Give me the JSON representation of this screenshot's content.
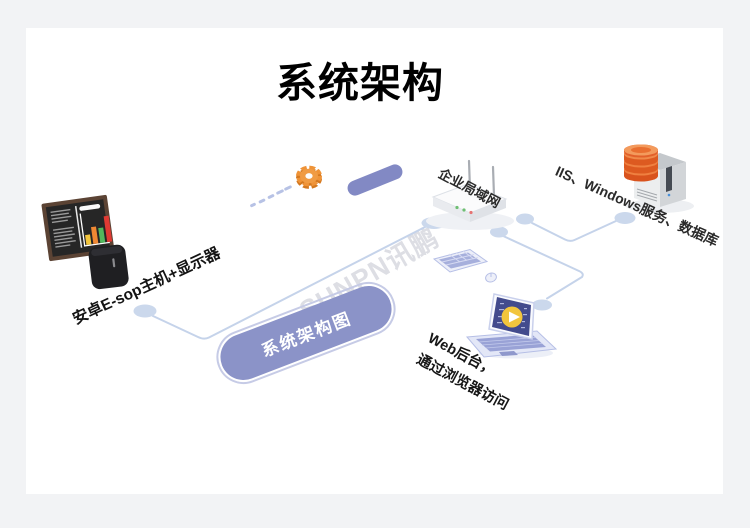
{
  "title": "系统架构",
  "watermark": "SUNPN讯鹏",
  "devices": {
    "android": {
      "label": "安卓E-sop主机+显示器"
    },
    "lan": {
      "label": "企业局域网"
    },
    "server": {
      "label": "IIS、Windows服务、数据库"
    },
    "web": {
      "line1": "Web后台，",
      "line2": "通过浏览器访问"
    },
    "center": {
      "label": "系统架构图"
    }
  },
  "connections": [
    {
      "from": "android-host-display",
      "to": "enterprise-lan"
    },
    {
      "from": "enterprise-lan",
      "to": "web-backend-laptop"
    },
    {
      "from": "enterprise-lan",
      "to": "iis-windows-database-server"
    }
  ],
  "icons": [
    {
      "name": "monitor-icon",
      "shape": "isometric display with bar chart"
    },
    {
      "name": "android-box-icon",
      "shape": "black set-top box"
    },
    {
      "name": "gear-icon",
      "shape": "orange gear",
      "color": "#ef9337"
    },
    {
      "name": "router-icon",
      "shape": "white router with two antennas"
    },
    {
      "name": "database-icon",
      "shape": "stacked orange cylinders",
      "color": "#e2602a"
    },
    {
      "name": "server-tower-icon",
      "shape": "gray tower case"
    },
    {
      "name": "keyboard-icon",
      "shape": "isometric keyboard"
    },
    {
      "name": "mouse-icon",
      "shape": "mouse"
    },
    {
      "name": "laptop-icon",
      "shape": "laptop with play screen"
    }
  ],
  "colors": {
    "background": "#f2f3f5",
    "card": "#ffffff",
    "capsule": "#8b93c8",
    "capsule_small": "#8289c4",
    "connector": "#c5d3ea",
    "node": "#cbd8ec",
    "gear": "#ef9337",
    "database": "#e2602a",
    "laptop_screen": "#434b8d",
    "play_button": "#f2c53d",
    "bar_colors": [
      "#f2c53d",
      "#ef8833",
      "#53b85c",
      "#e03a33"
    ]
  }
}
